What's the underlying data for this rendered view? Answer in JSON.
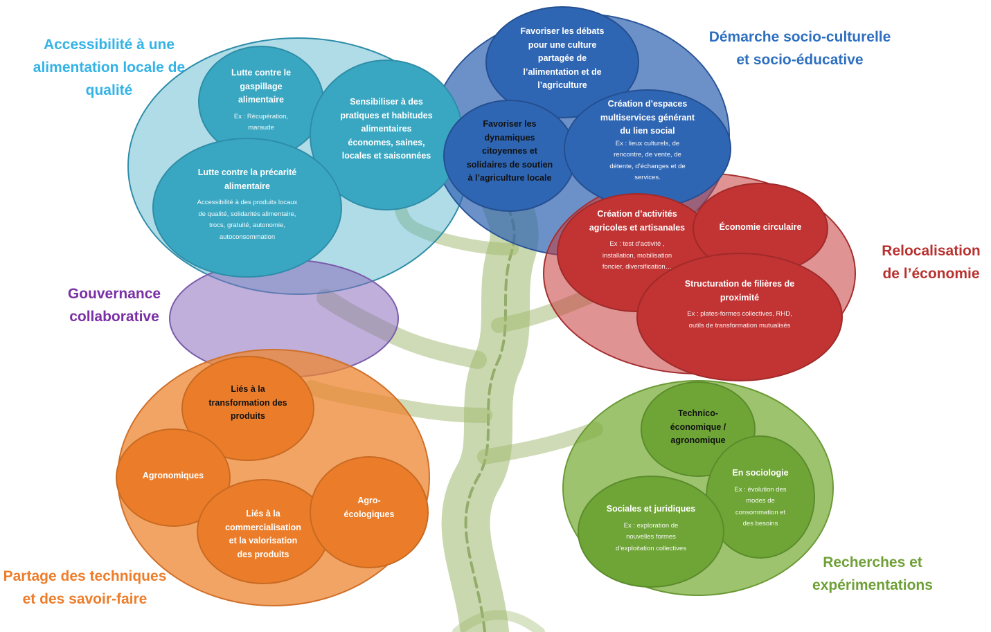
{
  "colors": {
    "blue_light": "#4FB1C9",
    "blue_dark": "#2E62B0",
    "red": "#C43A3A",
    "purple": "#8A6DBB",
    "orange": "#EE8532",
    "green": "#7DAF3F",
    "tree": "#9FB86E"
  },
  "groups": {
    "accessibilite": "Accessibilité à une\nalimentation locale de\nqualité",
    "demarche": "Démarche socio-culturelle\net socio-éducative",
    "relocalisation": "Relocalisation\nde l’économie",
    "gouvernance": "Gouvernance\ncollaborative",
    "partage": "Partage des techniques\net des savoir-faire",
    "recherches": "Recherches et\nexpérimentations"
  },
  "nodes": {
    "gaspillage": {
      "title": "Lutte contre le\ngaspillage\nalimentaire",
      "sub": "Ex : Récupération,\nmaraude"
    },
    "sensibiliser": {
      "title": "Sensibiliser à des\npratiques et habitudes\nalimentaires\néconomes, saines,\nlocales et saisonnées"
    },
    "precarite": {
      "title": "Lutte contre la précarité\nalimentaire",
      "sub": "Accessibilité à des produits locaux\nde qualité, solidarités alimentaire,\ntrocs, gratuité, autonomie,\nautoconsommation"
    },
    "debats": {
      "title": "Favoriser les débats\npour une culture\npartagée de\nl’alimentation et de\nl’agriculture"
    },
    "dynamiques": {
      "title": "Favoriser  les\ndynamiques\ncitoyennes et\nsolidaires de soutien\nà l’agriculture locale"
    },
    "espaces": {
      "title": "Création d’espaces\nmultiservices générant\ndu lien social",
      "sub": "Ex : lieux culturels, de\nrencontre, de vente, de\ndétente,  d’échanges et de\nservices."
    },
    "activites": {
      "title": "Création d’activités\nagricoles et artisanales",
      "sub": "Ex : test d’activité ,\ninstallation, mobilisation\nfoncier, diversification…"
    },
    "circulaire": {
      "title": "Économie circulaire"
    },
    "filieres": {
      "title": "Structuration de filières de\nproximité",
      "sub": "Ex : plates-formes collectives, RHD,\noutils de transformation mutualisés"
    },
    "transformation": {
      "title": "Liés à la\ntransformation des\nproduits"
    },
    "agronomiques": {
      "title": "Agronomiques"
    },
    "commercialisation": {
      "title": "Liés à la\ncommercialisation\net la valorisation\ndes produits"
    },
    "agroeco": {
      "title": "Agro-\nécologiques"
    },
    "technico": {
      "title": "Technico-\néconomique /\nagronomique"
    },
    "sociologie": {
      "title": "En sociologie",
      "sub": "Ex : évolution des\nmodes de\nconsommation et\ndes besoins"
    },
    "sociales": {
      "title": "Sociales et juridiques",
      "sub": "Ex : exploration de\nnouvelles formes\nd’exploitation collectives"
    }
  }
}
